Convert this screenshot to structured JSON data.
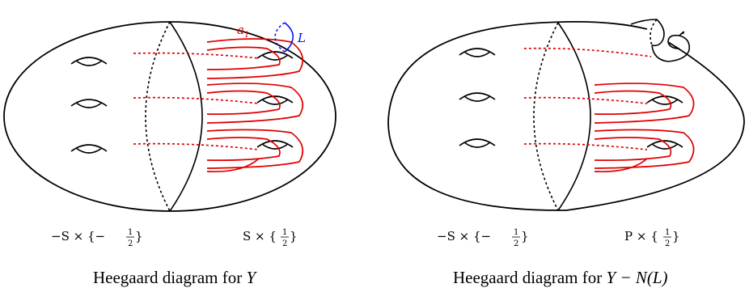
{
  "colors": {
    "outline": "#000000",
    "curve": "#e00000",
    "meridian": "#0000ff"
  },
  "left": {
    "curve_label": "a",
    "curve_label_sub": "1",
    "knot_label": "L",
    "bottom_left_label": {
      "prefix": "−S × {−",
      "num": "1",
      "den": "2",
      "suffix": "}"
    },
    "bottom_right_label": {
      "prefix": "S × {",
      "num": "1",
      "den": "2",
      "suffix": "}"
    },
    "caption_text": "Heegaard diagram for ",
    "caption_math": "Y"
  },
  "right": {
    "bottom_left_label": {
      "prefix": "−S × {−",
      "num": "1",
      "den": "2",
      "suffix": "}"
    },
    "bottom_right_label": {
      "prefix": "P × {",
      "num": "1",
      "den": "2",
      "suffix": "}"
    },
    "caption_text": "Heegaard diagram for ",
    "caption_math": "Y − N(L)"
  }
}
